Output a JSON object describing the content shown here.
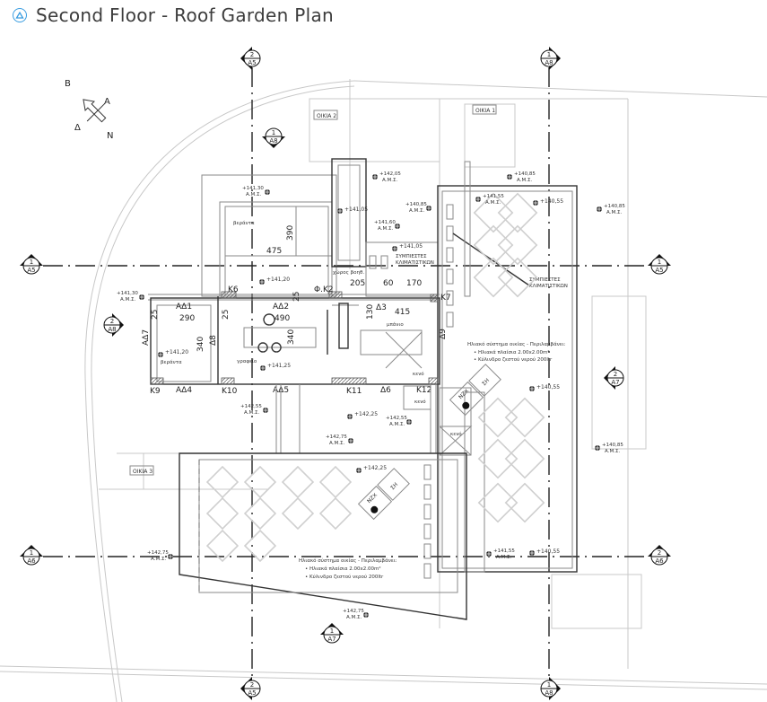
{
  "header": {
    "title": "Second Floor - Roof Garden Plan",
    "icon": "triangle-circle-icon",
    "accent": "#3a9de0"
  },
  "compass": {
    "north": "N",
    "b": "B",
    "a": "A",
    "d": "Δ"
  },
  "houses": [
    "ΟΙΚΙΑ 2",
    "ΟΙΚΙΑ 1",
    "ΟΙΚΙΑ 3"
  ],
  "section_markers": [
    {
      "num": "2",
      "sheet": "A5"
    },
    {
      "num": "1",
      "sheet": "A8"
    },
    {
      "num": "1",
      "sheet": "A8"
    },
    {
      "num": "1",
      "sheet": "A5"
    },
    {
      "num": "1",
      "sheet": "A5"
    },
    {
      "num": "2",
      "sheet": "A8"
    },
    {
      "num": "2",
      "sheet": "A7"
    },
    {
      "num": "1",
      "sheet": "A6"
    },
    {
      "num": "2",
      "sheet": "A6"
    },
    {
      "num": "1",
      "sheet": "A7"
    },
    {
      "num": "2",
      "sheet": "A5"
    },
    {
      "num": "1",
      "sheet": "A8"
    }
  ],
  "elevations": [
    {
      "value": "+142,05",
      "sub": "Α.Μ.Σ."
    },
    {
      "value": "+141,30",
      "sub": "Α.Μ.Σ."
    },
    {
      "value": "+141,05",
      "sub": ""
    },
    {
      "value": "+140,85",
      "sub": "Α.Μ.Σ."
    },
    {
      "value": "+141,60",
      "sub": "Α.Μ.Σ."
    },
    {
      "value": "+141,05",
      "sub": ""
    },
    {
      "value": "+140,85",
      "sub": "Α.Μ.Σ."
    },
    {
      "value": "+141,55",
      "sub": "Α.Μ.Σ."
    },
    {
      "value": "+140,55",
      "sub": ""
    },
    {
      "value": "+140,85",
      "sub": "Α.Μ.Σ."
    },
    {
      "value": "+141,20",
      "sub": ""
    },
    {
      "value": "+141,30",
      "sub": "Α.Μ.Σ."
    },
    {
      "value": "+141,20",
      "sub": ""
    },
    {
      "value": "+141,25",
      "sub": ""
    },
    {
      "value": "+140,55",
      "sub": ""
    },
    {
      "value": "+142,55",
      "sub": "Α.Μ.Σ."
    },
    {
      "value": "+142,25",
      "sub": ""
    },
    {
      "value": "+142,55",
      "sub": "Α.Μ.Σ."
    },
    {
      "value": "+142,75",
      "sub": "Α.Μ.Σ."
    },
    {
      "value": "+140,85",
      "sub": "Α.Μ.Σ."
    },
    {
      "value": "+142,25",
      "sub": ""
    },
    {
      "value": "+142,75",
      "sub": "Α.Μ.Σ."
    },
    {
      "value": "+141,55",
      "sub": "Α.Μ.Σ."
    },
    {
      "value": "+140,55",
      "sub": ""
    },
    {
      "value": "+142,75",
      "sub": "Α.Μ.Σ."
    }
  ],
  "columns": {
    "k6": "K6",
    "k7": "K7",
    "k9": "K9",
    "k10": "K10",
    "k11": "K11",
    "k12": "K12",
    "fk2": "Φ.Κ2"
  },
  "openings": {
    "ad1": "ΑΔ1",
    "ad2": "ΑΔ2",
    "ad4": "ΑΔ4",
    "ad5": "ΑΔ5",
    "ad7": "ΑΔ7",
    "d3": "Δ3",
    "d6": "Δ6",
    "d8": "Δ8",
    "d9": "Δ9"
  },
  "dimensions": {
    "d475": "475",
    "d390": "390",
    "d290": "290",
    "d490": "490",
    "d340a": "340",
    "d340b": "340",
    "d25a": "25",
    "d25b": "25",
    "d25c": "25",
    "d205": "205",
    "d60": "60",
    "d170": "170",
    "d130": "130",
    "d415": "415"
  },
  "rooms": {
    "pergola1": "βεράντα",
    "pergola2": "βεράντα",
    "living": "γραφείο",
    "bath": "μπάνιο",
    "void1": "κενό",
    "void2": "κενό",
    "void3": "κενό",
    "aux": "χώρος βοηθ."
  },
  "ac_label": [
    "ΣΥΜΠΙΕΣΤΕΣ",
    "ΚΛΙΜΑΤΙΣΤΙΚΩΝ"
  ],
  "solar_note": {
    "title": "Ηλιακό σύστημα οικίας - Περιλαμβάνει:",
    "items": [
      "Ηλιακά πλαίσια 2.00x2.00m²",
      "Κύλινδρο ζεστού νερού 200ltr"
    ]
  },
  "equipment": {
    "boiler": "ΝΖΧ",
    "tank": "ΣΗ"
  }
}
